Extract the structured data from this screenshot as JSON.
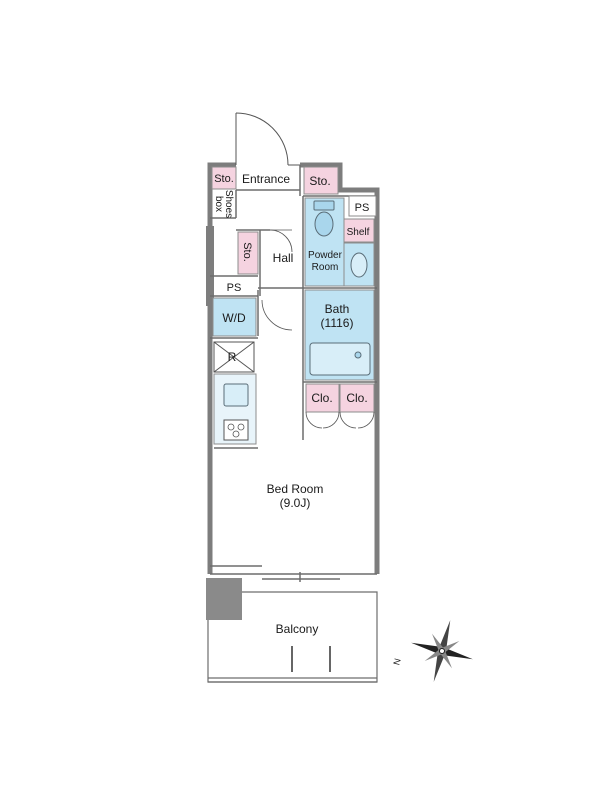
{
  "rooms": {
    "entrance": "Entrance",
    "sto_entrance_left": "Sto.",
    "sto_entrance_right": "Sto.",
    "shoes_box_line1": "Shoes",
    "shoes_box_line2": "box",
    "sto_hall": "Sto.",
    "hall": "Hall",
    "ps_top": "PS",
    "shelf": "Shelf",
    "powder_line1": "Powder",
    "powder_line2": "Room",
    "ps_left": "PS",
    "wd": "W/D",
    "bath_line1": "Bath",
    "bath_line2": "(1116)",
    "fridge": "R",
    "clo_left": "Clo.",
    "clo_right": "Clo.",
    "bedroom_line1": "Bed Room",
    "bedroom_line2": "(9.0J)",
    "balcony": "Balcony"
  },
  "compass": {
    "label": "N",
    "icon": "compass-rose-icon"
  },
  "colors": {
    "wall": "#7d7d7d",
    "storage_pink": "#f5d3e0",
    "water_blue": "#bfe3f3",
    "fixture_blue": "#a9d6ec"
  }
}
